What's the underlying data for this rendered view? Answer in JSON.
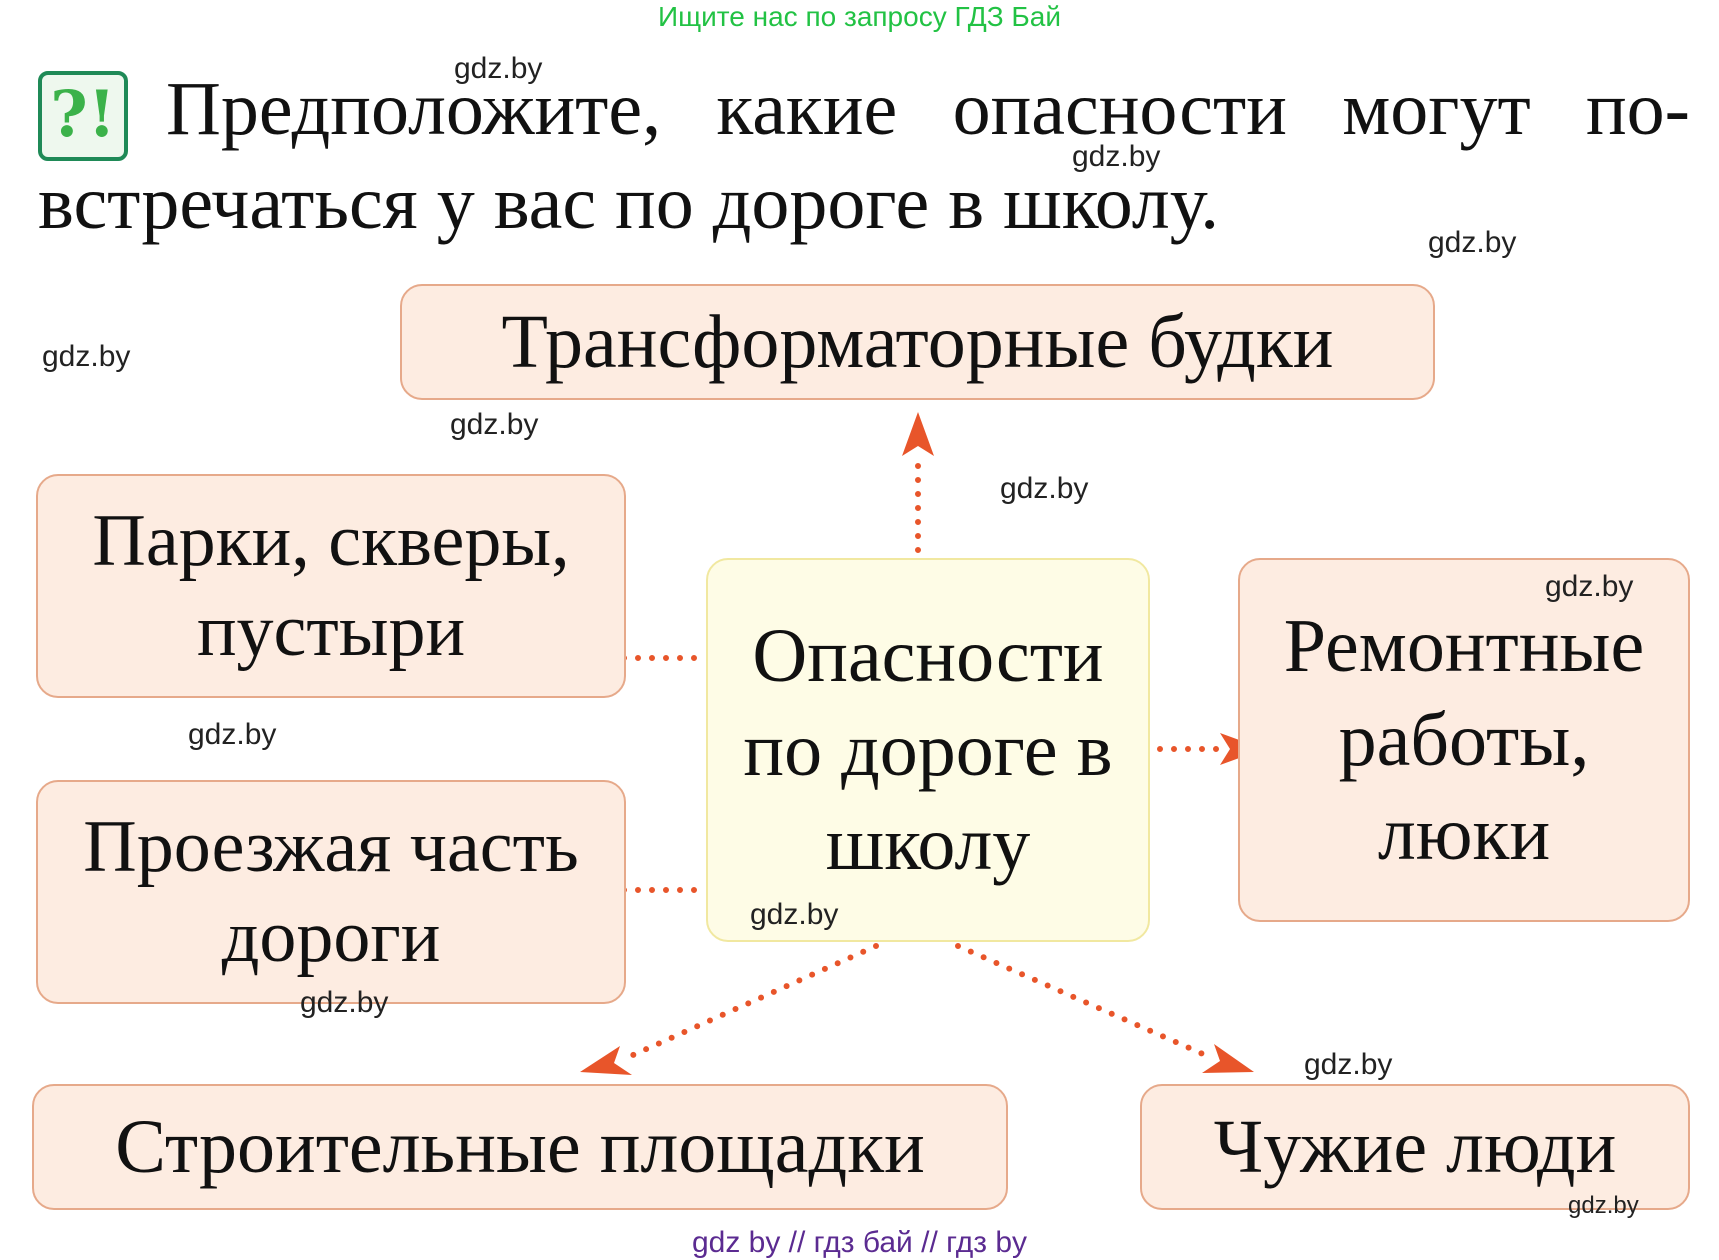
{
  "banner": "Ищите нас по запросу ГДЗ Бай",
  "icon_symbol": "?!",
  "question": "Предположите, какие опасности могут по- встречаться у вас по дороге в школу.",
  "center": "Опасности по дороге в школу",
  "nodes": {
    "transformers": "Трансформаторные будки",
    "parks": "Парки, скверы, пустыри",
    "roadway": "Проезжая часть дороги",
    "repairs": "Ремонтные работы, люки",
    "construction": "Строительные площадки",
    "strangers": "Чужие люди"
  },
  "watermark": "gdz.by",
  "footer": "gdz by  //  гдз бай  //  гдз by",
  "colors": {
    "arrow": "#e8552a",
    "node_fill": "#fdece1",
    "node_border": "#e6a98a",
    "center_fill": "#fefce6",
    "banner": "#22c244",
    "footer": "#5b2b91"
  }
}
